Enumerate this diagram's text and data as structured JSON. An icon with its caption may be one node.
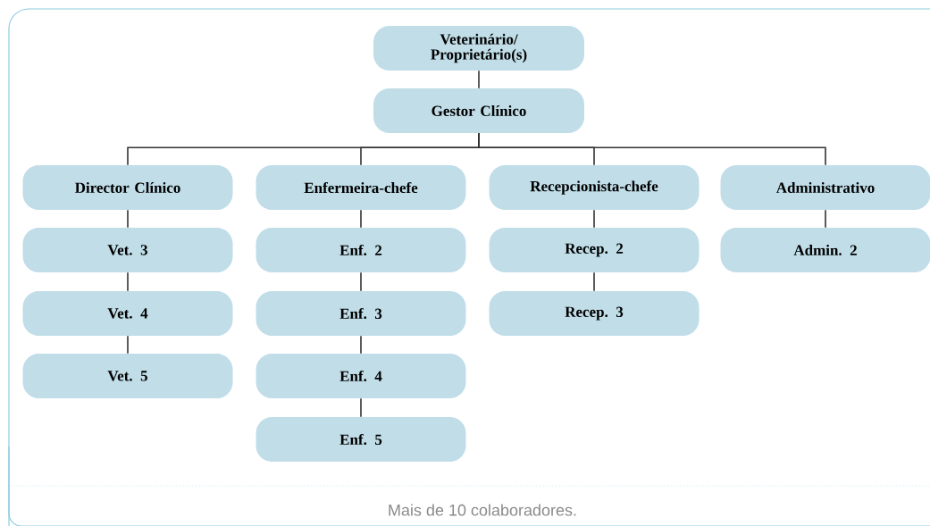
{
  "diagram": {
    "caption": "Mais de 10 colaboradores.",
    "nodes": [
      {
        "text": [
          "Veterinário/ Proprietário(s)"
        ]
      },
      {
        "text": [
          "Gestor Clínico"
        ]
      },
      {
        "text": [
          "Director Clínico"
        ]
      },
      {
        "text": [
          "Enfermeira-chefe"
        ]
      },
      {
        "text": [
          "Recepcionista-chefe"
        ]
      },
      {
        "text": [
          "Administrativo"
        ]
      },
      {
        "text": [
          "Vet. 3"
        ]
      },
      {
        "text": [
          "Vet. 4"
        ]
      },
      {
        "text": [
          "Vet. 5"
        ]
      },
      {
        "text": [
          "Enf. 2"
        ]
      },
      {
        "text": [
          "Enf. 3"
        ]
      },
      {
        "text": [
          "Enf. 4"
        ]
      },
      {
        "text": [
          "Enf. 5"
        ]
      },
      {
        "text": [
          "Recep. 2"
        ]
      },
      {
        "text": [
          "Recep. 3"
        ]
      },
      {
        "text": [
          "Admin. 2"
        ]
      }
    ],
    "edges": [
      {
        "from": 0,
        "to": 1,
        "arrow": "none"
      },
      {
        "from": 1,
        "to": 2,
        "arrow": "none"
      },
      {
        "from": 1,
        "to": 3,
        "arrow": "none"
      },
      {
        "from": 1,
        "to": 4,
        "arrow": "none"
      },
      {
        "from": 1,
        "to": 5,
        "arrow": "none"
      },
      {
        "from": 2,
        "to": 6,
        "arrow": "none"
      },
      {
        "from": 6,
        "to": 7,
        "arrow": "none"
      },
      {
        "from": 7,
        "to": 8,
        "arrow": "none"
      },
      {
        "from": 3,
        "to": 9,
        "arrow": "none"
      },
      {
        "from": 9,
        "to": 10,
        "arrow": "none"
      },
      {
        "from": 10,
        "to": 11,
        "arrow": "none"
      },
      {
        "from": 11,
        "to": 12,
        "arrow": "none"
      },
      {
        "from": 4,
        "to": 13,
        "arrow": "none"
      },
      {
        "from": 13,
        "to": 14,
        "arrow": "none"
      },
      {
        "from": 5,
        "to": 15,
        "arrow": "none"
      }
    ]
  }
}
